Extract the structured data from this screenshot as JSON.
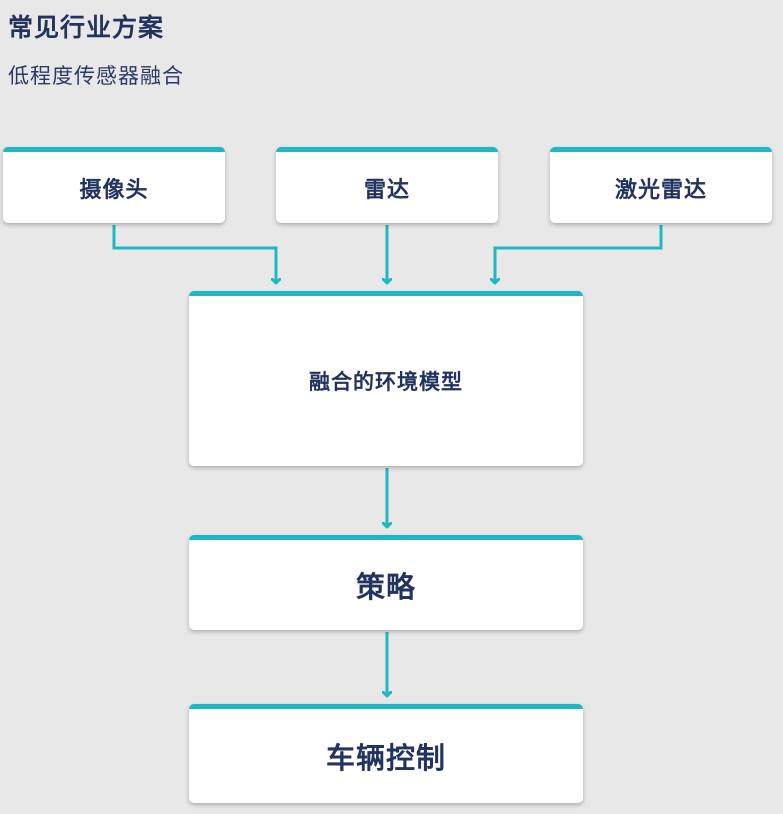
{
  "header": {
    "title": "常见行业方案",
    "subtitle": "低程度传感器融合"
  },
  "sensors": {
    "camera": "摄像头",
    "radar": "雷达",
    "lidar": "激光雷达"
  },
  "fused_model": "融合的环境模型",
  "strategy": "策略",
  "vehicle_control": "车辆控制",
  "colors": {
    "accent": "#20b7c4",
    "text": "#22335e",
    "background": "#e8e8e8"
  }
}
